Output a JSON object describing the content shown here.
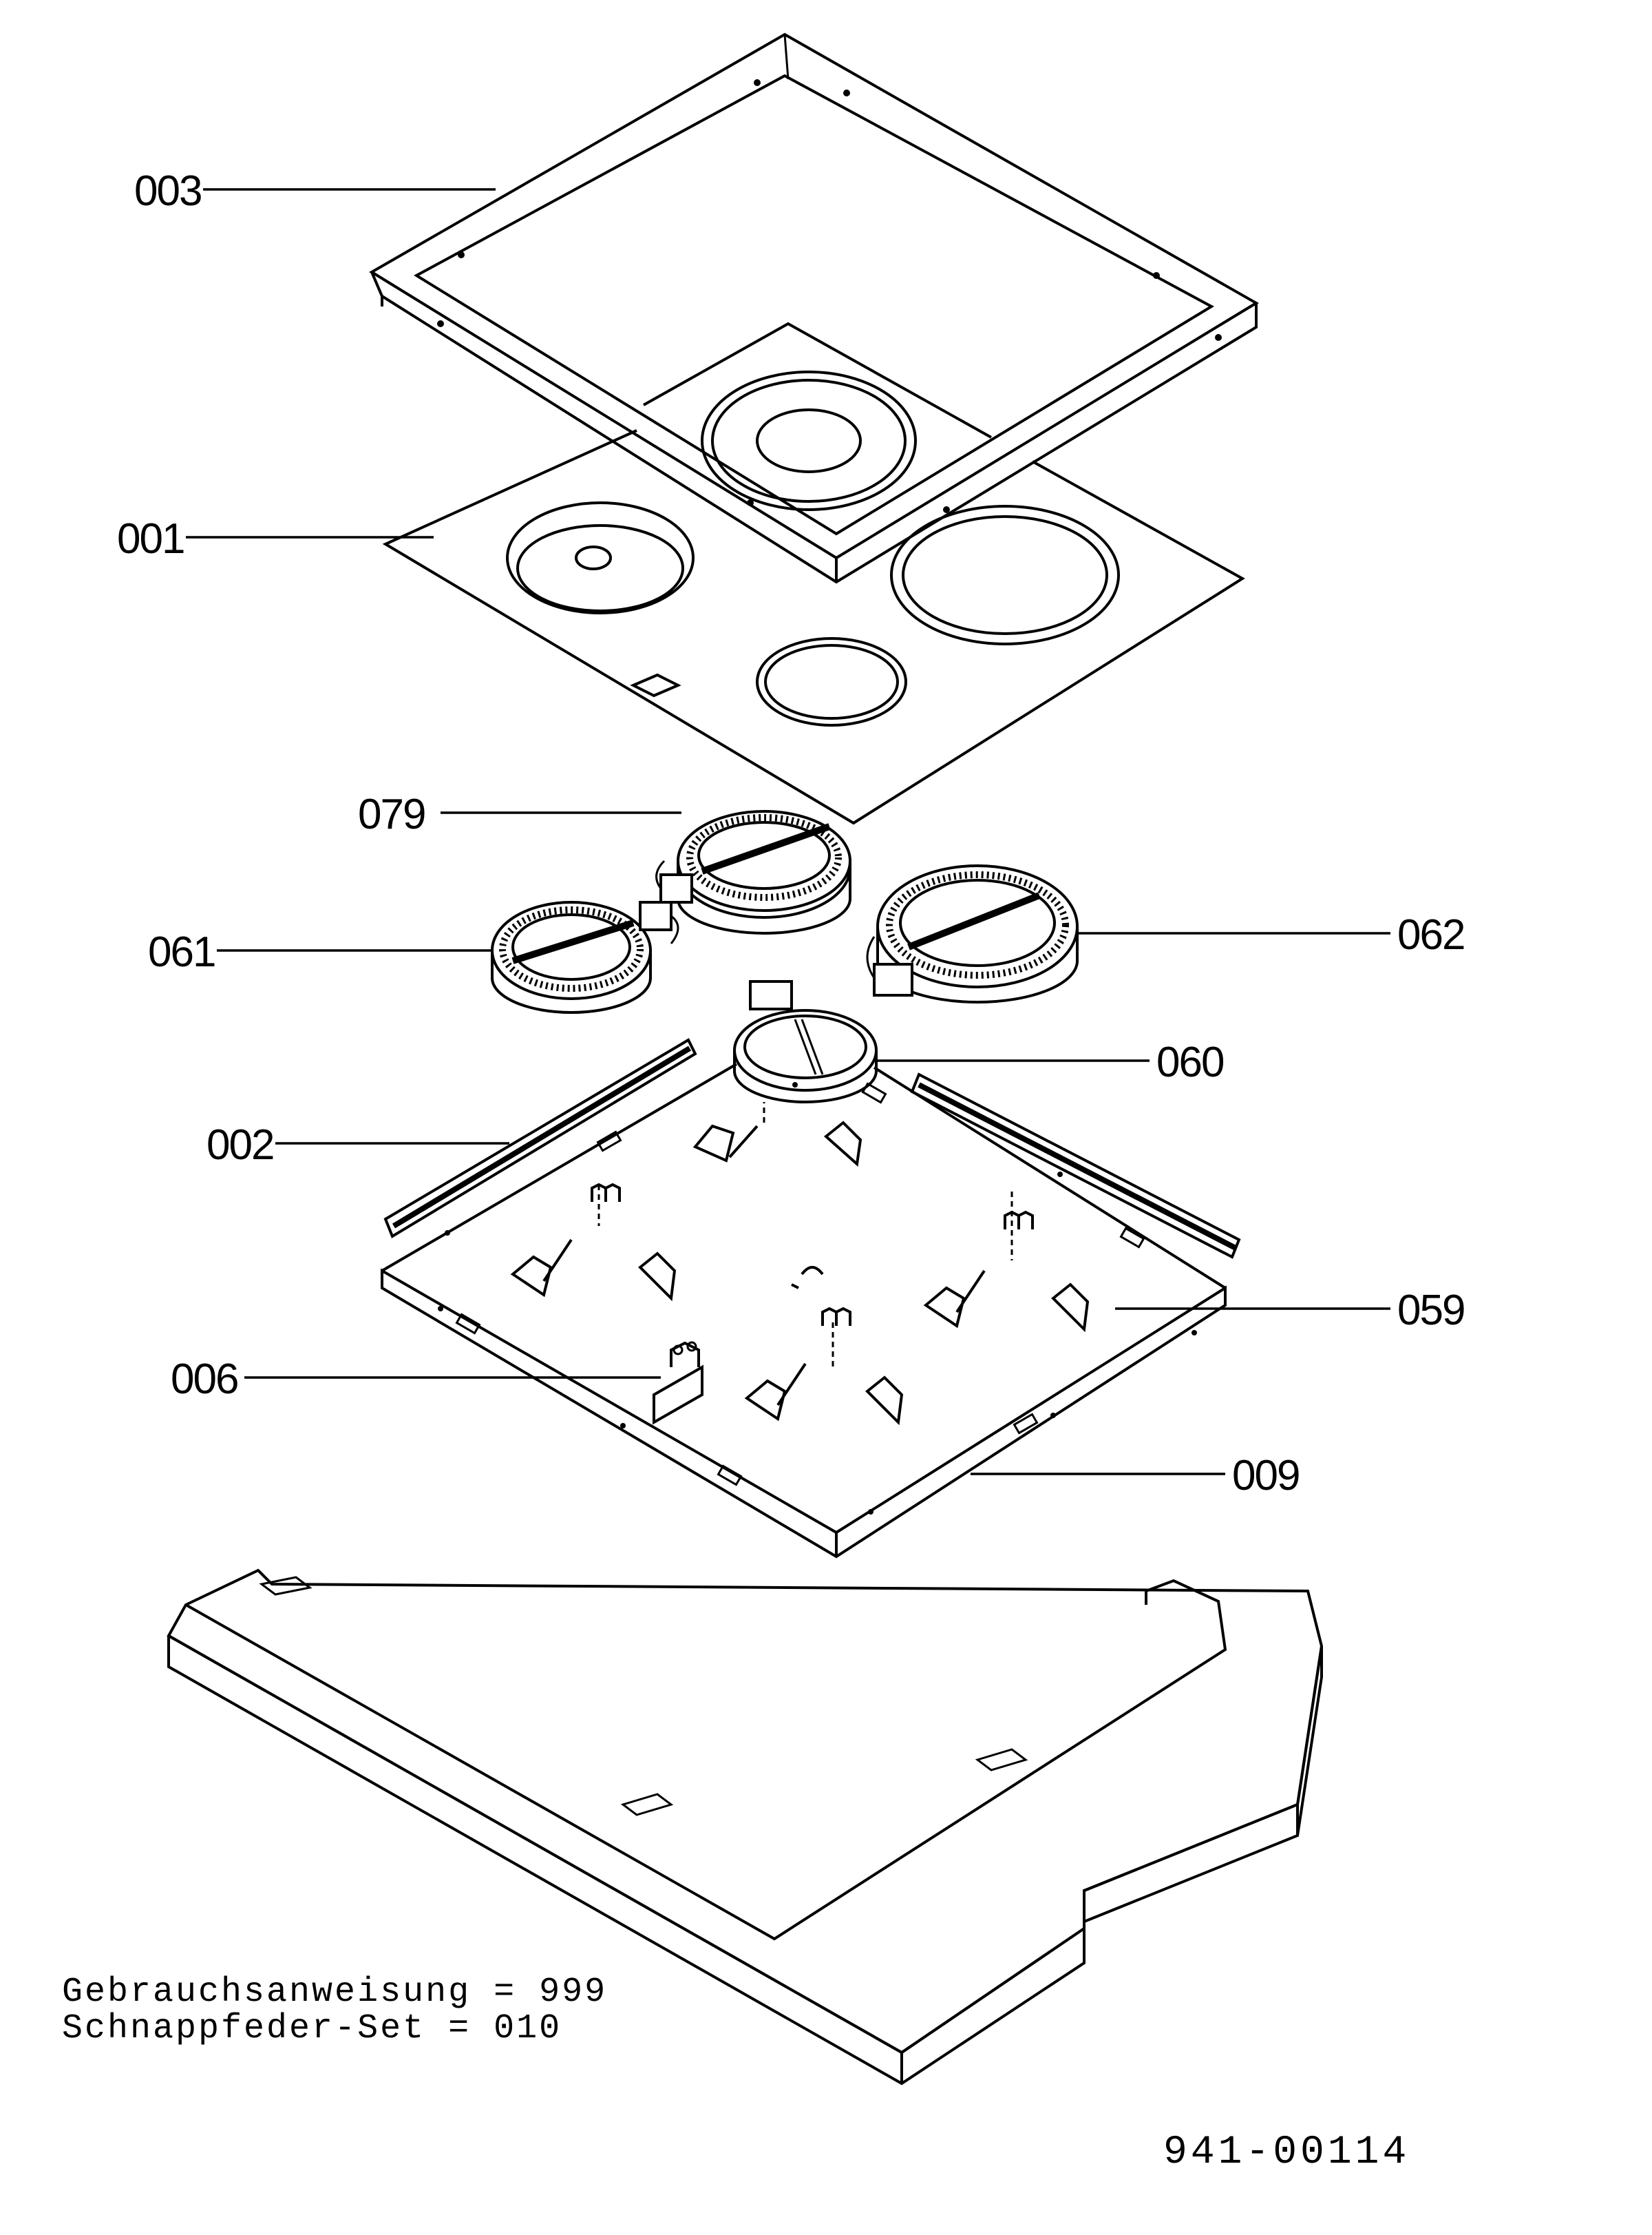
{
  "diagram": {
    "callouts": [
      {
        "id": "003",
        "label": "003"
      },
      {
        "id": "001",
        "label": "001"
      },
      {
        "id": "079",
        "label": "079"
      },
      {
        "id": "061",
        "label": "061"
      },
      {
        "id": "062",
        "label": "062"
      },
      {
        "id": "060",
        "label": "060"
      },
      {
        "id": "002",
        "label": "002"
      },
      {
        "id": "059",
        "label": "059"
      },
      {
        "id": "006",
        "label": "006"
      },
      {
        "id": "009",
        "label": "009"
      }
    ],
    "notes": [
      "Gebrauchsanweisung = 999",
      "Schnappfeder-Set = 010"
    ],
    "drawing_number": "941-00114"
  }
}
